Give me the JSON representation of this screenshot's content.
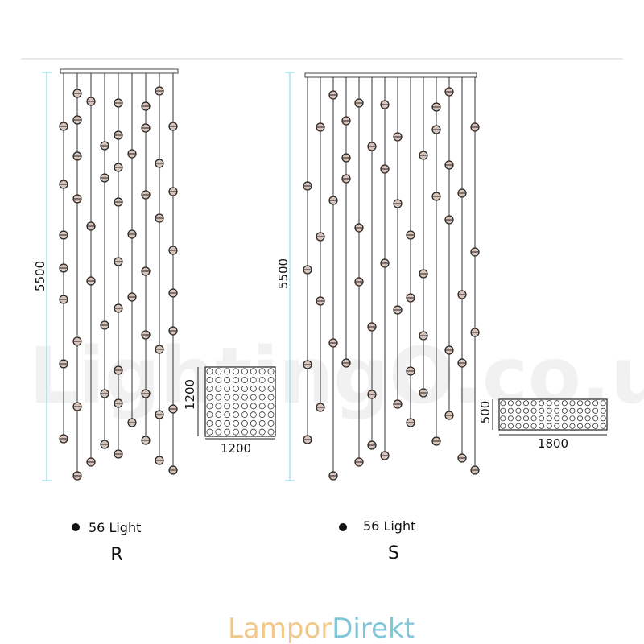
{
  "watermark": {
    "text": "LightingO.co.uk"
  },
  "colors": {
    "dimension_line": "#7fd6e0",
    "wire": "#333333",
    "bulb_fill": "#d8c3b8",
    "bulb_stroke": "#222222",
    "brand_lampor": "#f0c98a",
    "brand_direkt": "#7fc6d8"
  },
  "variants": [
    {
      "height_label": "5500",
      "footprint_w_label": "1200",
      "footprint_h_label": "1200",
      "light_count_label": "56 Light",
      "variant_label": "R"
    },
    {
      "height_label": "5500",
      "footprint_w_label": "1800",
      "footprint_h_label": "500",
      "light_count_label": "56 Light",
      "variant_label": "S"
    }
  ],
  "brand": {
    "part1": "Lampor",
    "part2": "Direkt"
  }
}
